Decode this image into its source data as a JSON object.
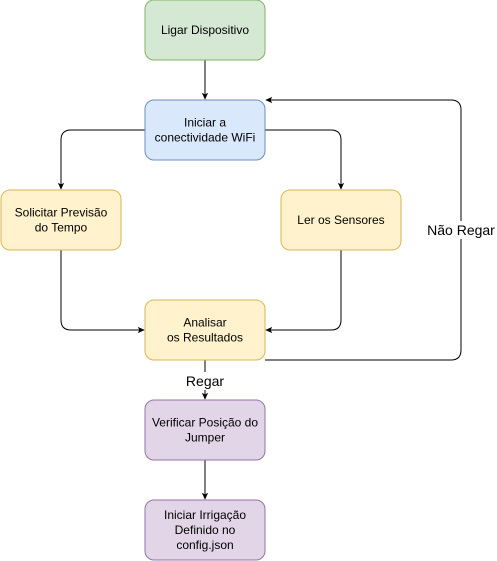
{
  "nodes": {
    "ligar": {
      "lines": [
        "Ligar Dispositivo"
      ],
      "fill": "#d5e8d4",
      "stroke": "#82b366"
    },
    "wifi": {
      "lines": [
        "Iniciar a",
        "conectividade WiFi"
      ],
      "fill": "#dae8fc",
      "stroke": "#6c8ebf"
    },
    "previsao": {
      "lines": [
        "Solicitar Previsão",
        "do Tempo"
      ],
      "fill": "#fff2cc",
      "stroke": "#d6b656"
    },
    "sensores": {
      "lines": [
        "Ler os Sensores"
      ],
      "fill": "#fff2cc",
      "stroke": "#d6b656"
    },
    "analisar": {
      "lines": [
        "Analisar",
        "os Resultados"
      ],
      "fill": "#fff2cc",
      "stroke": "#d6b656"
    },
    "jumper": {
      "lines": [
        "Verificar Posição do",
        "Jumper"
      ],
      "fill": "#e1d5e7",
      "stroke": "#9673a6"
    },
    "irrigacao": {
      "lines": [
        "Iniciar Irrigação",
        "Definido no",
        "config.json"
      ],
      "fill": "#e1d5e7",
      "stroke": "#9673a6"
    }
  },
  "edges": {
    "regar_label": "Regar",
    "nao_regar_label": "Não Regar"
  }
}
